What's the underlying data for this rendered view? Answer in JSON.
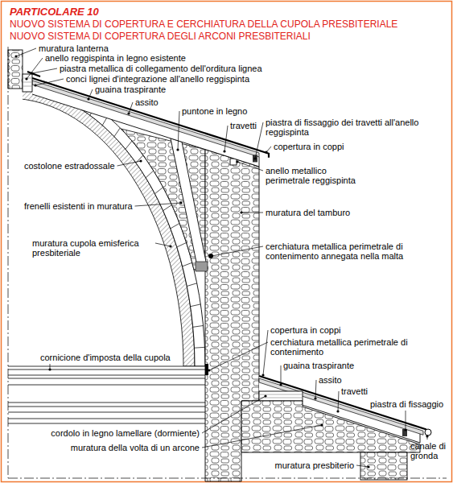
{
  "diagram": {
    "title": "PARTICOLARE 10",
    "labels": [
      "NUOVO SISTEMA DI COPERTURA E CERCHIATURA DELLA CUPOLA PRESBITERIALE",
      "NUOVO SISTEMA DI COPERTURA DEGLI ARCONI PRESBITERIALI",
      "muratura lanterna",
      "anello reggispinta in legno esistente",
      "piastra metallica di collegamento dell'orditura lignea",
      "conci lignei d'integrazione all'anello reggispinta",
      "guaina traspirante",
      "assito",
      "puntone in legno",
      "travetti",
      "piastra di fissaggio dei travetti all'anello reggispinta",
      "copertura in coppi",
      "anello metallico perimetrale reggispinta",
      "costolone estradossale",
      "frenelli esistenti in muratura",
      "muratura del tamburo",
      "muratura cupola emisferica presbiteriale",
      "cerchiatura metallica perimetrale di contenimento annegata nella malta",
      "copertura in coppi",
      "cerchiatura metallica perimetrale di contenimento",
      "guaina traspirante",
      "assito",
      "travetti",
      "piastra di fissaggio",
      "canale di gronda",
      "cornicione d'imposta della cupola",
      "cordolo in legno lamellare (dormiente)",
      "muratura della volta di un arcone",
      "muratura presbiterio"
    ]
  }
}
